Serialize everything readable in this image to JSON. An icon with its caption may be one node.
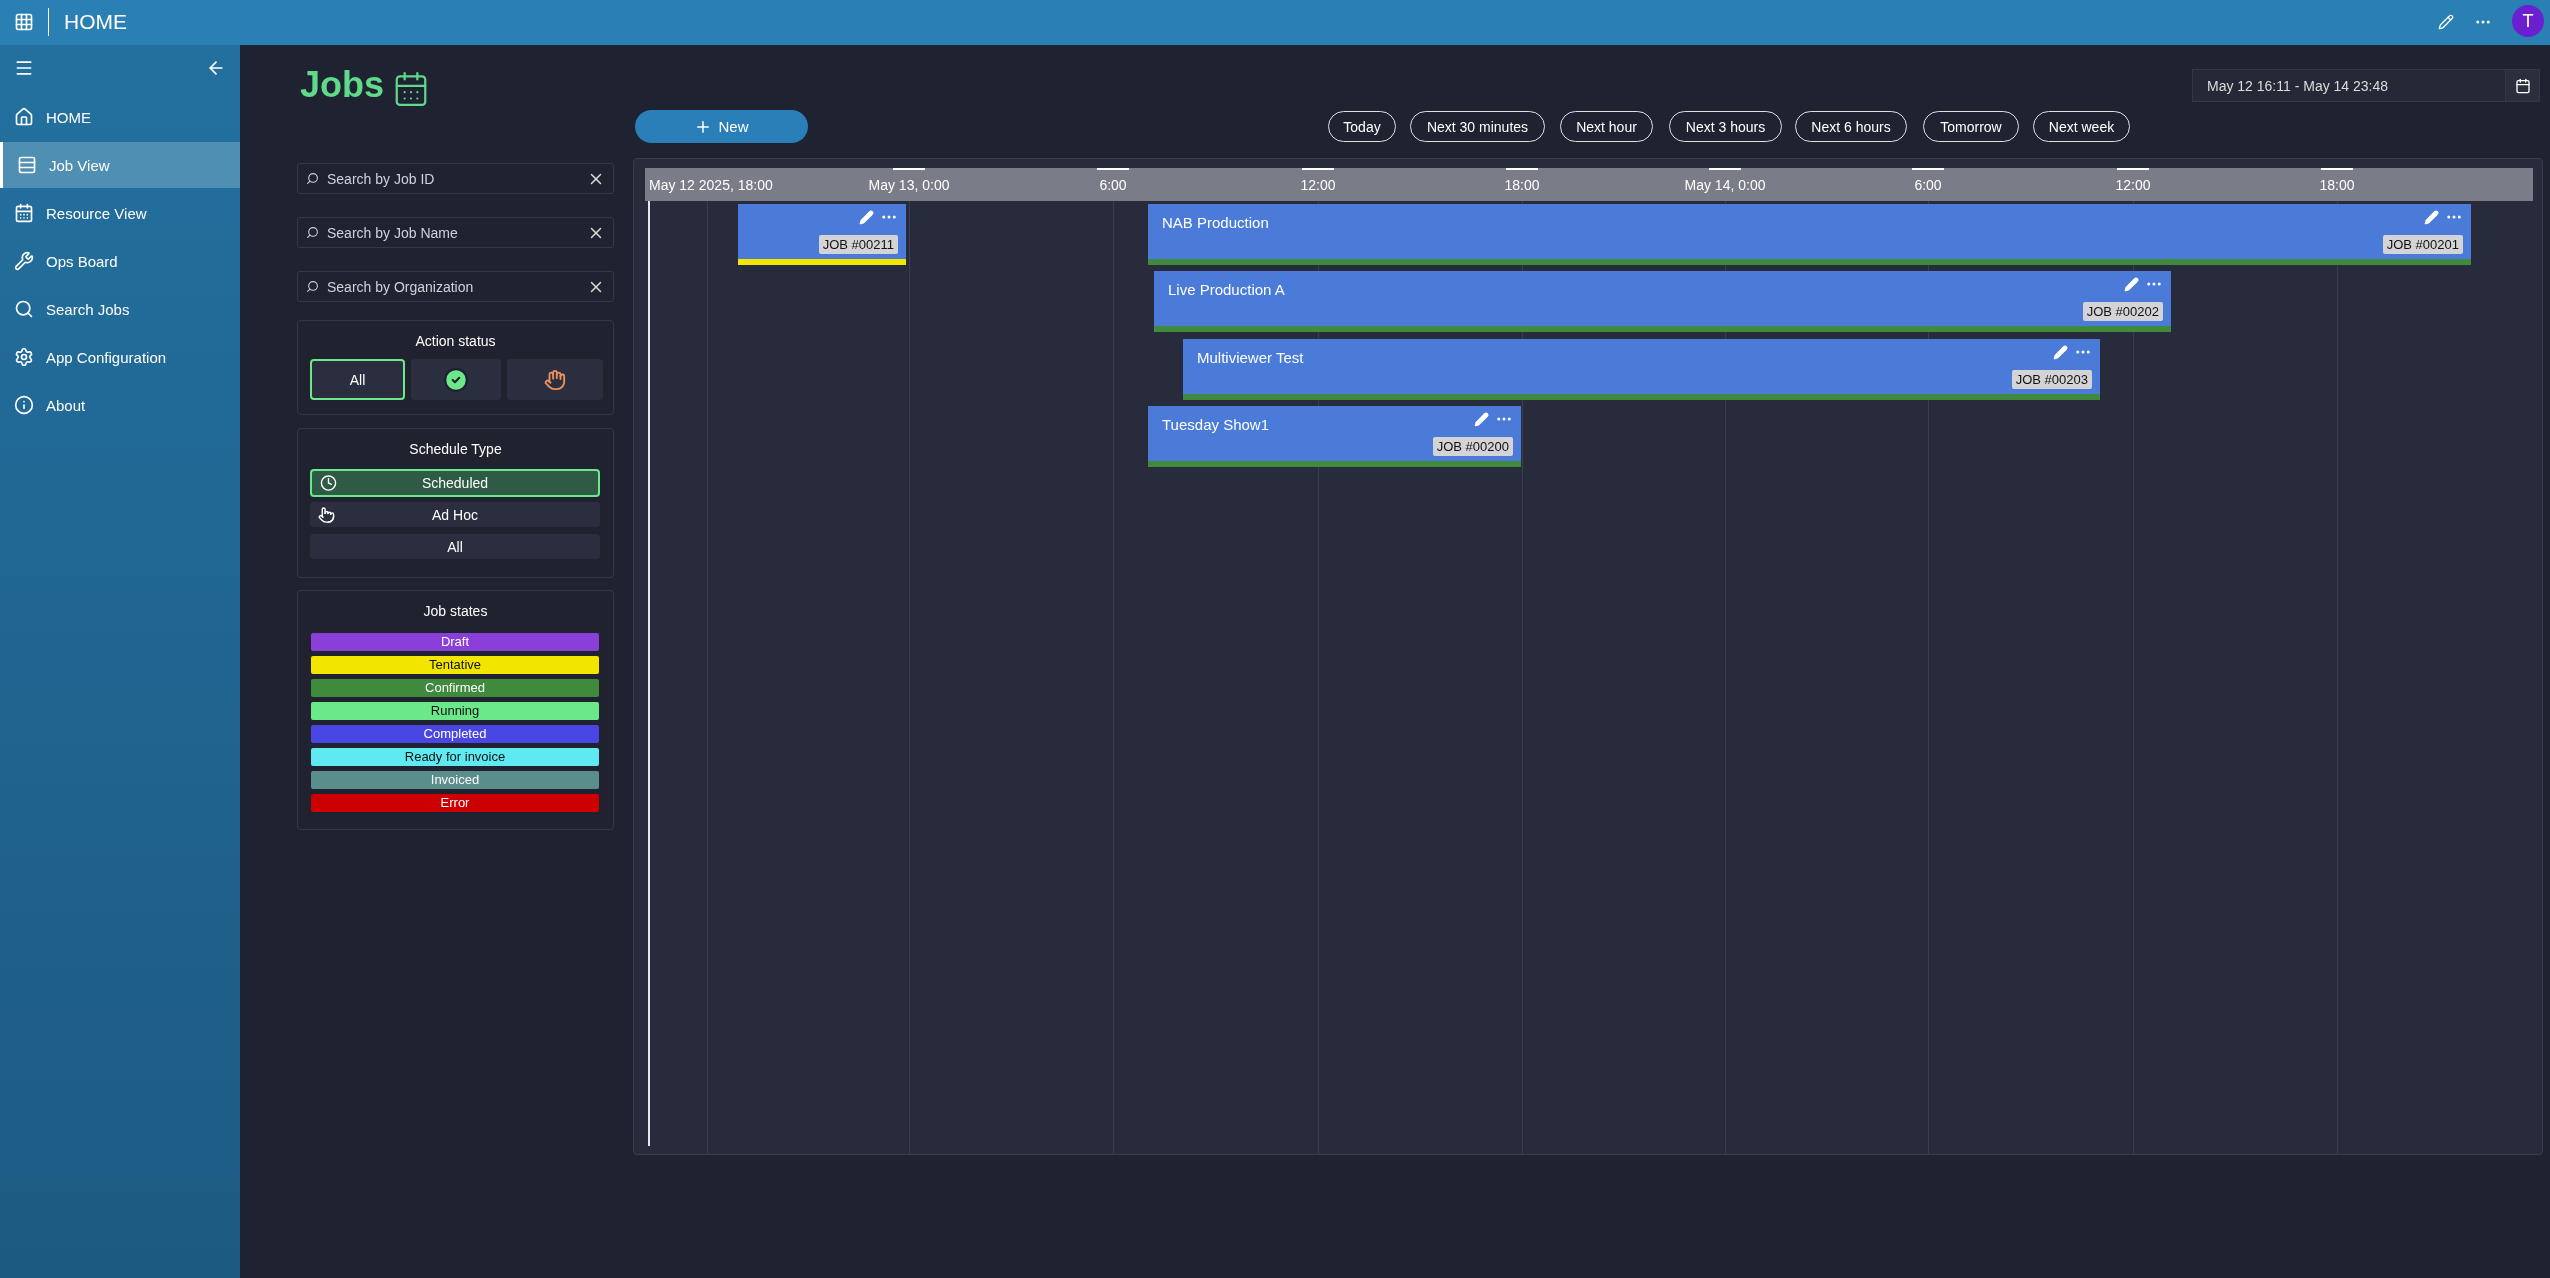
{
  "diagram": {
    "title": "Jobs",
    "nodes": [
      {
        "text": [
          "JOB #00211"
        ]
      },
      {
        "text": [
          "NAB Production",
          "JOB #00201"
        ]
      },
      {
        "text": [
          "Live Production A",
          "JOB #00202"
        ]
      },
      {
        "text": [
          "Multiviewer Test",
          "JOB #00203"
        ]
      },
      {
        "text": [
          "Tuesday Show1",
          "JOB #00200"
        ]
      }
    ],
    "labels": [
      "HOME",
      "T",
      "HOME",
      "Job View",
      "Resource View",
      "Ops Board",
      "Search Jobs",
      "App Configuration",
      "About",
      "New",
      "Today",
      "Next 30 minutes",
      "Next hour",
      "Next 3 hours",
      "Next 6 hours",
      "Tomorrow",
      "Next week",
      "May 12 16:11 - May 14 23:48",
      "Search by Job ID",
      "Search by Job Name",
      "Search by Organization",
      "Action status",
      "All",
      "Schedule Type",
      "Scheduled",
      "Ad Hoc",
      "All",
      "Job states",
      "May 12 2025, 18:00",
      "May 13, 0:00",
      "6:00",
      "12:00",
      "18:00",
      "May 14, 0:00",
      "6:00",
      "12:00",
      "18:00"
    ],
    "legend": [
      {
        "text": "Draft",
        "color": "#8a3fd9"
      },
      {
        "text": "Tentative",
        "color": "#f2e600"
      },
      {
        "text": "Confirmed",
        "color": "#3f8a3c"
      },
      {
        "text": "Running",
        "color": "#6be88a"
      },
      {
        "text": "Completed",
        "color": "#4a46e3"
      },
      {
        "text": "Ready for invoice",
        "color": "#5eeaf0"
      },
      {
        "text": "Invoiced",
        "color": "#5a8e8a"
      },
      {
        "text": "Error",
        "color": "#cc0000"
      }
    ]
  }
}
